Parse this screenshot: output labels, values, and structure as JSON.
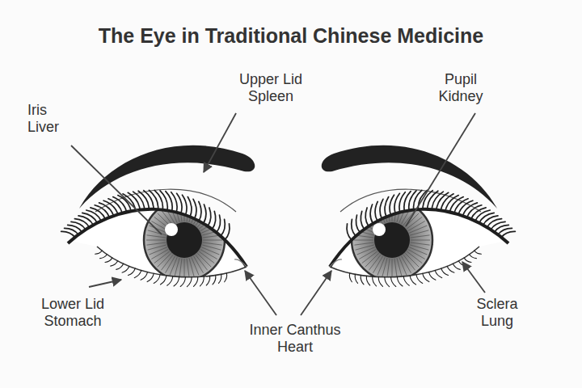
{
  "diagram": {
    "title": "The Eye in Traditional Chinese Medicine",
    "labels": [
      "Upper Lid Spleen",
      "Pupil Kidney",
      "Iris Liver",
      "Lower Lid Stomach",
      "Inner Canthus Heart",
      "Sclera Lung"
    ]
  }
}
